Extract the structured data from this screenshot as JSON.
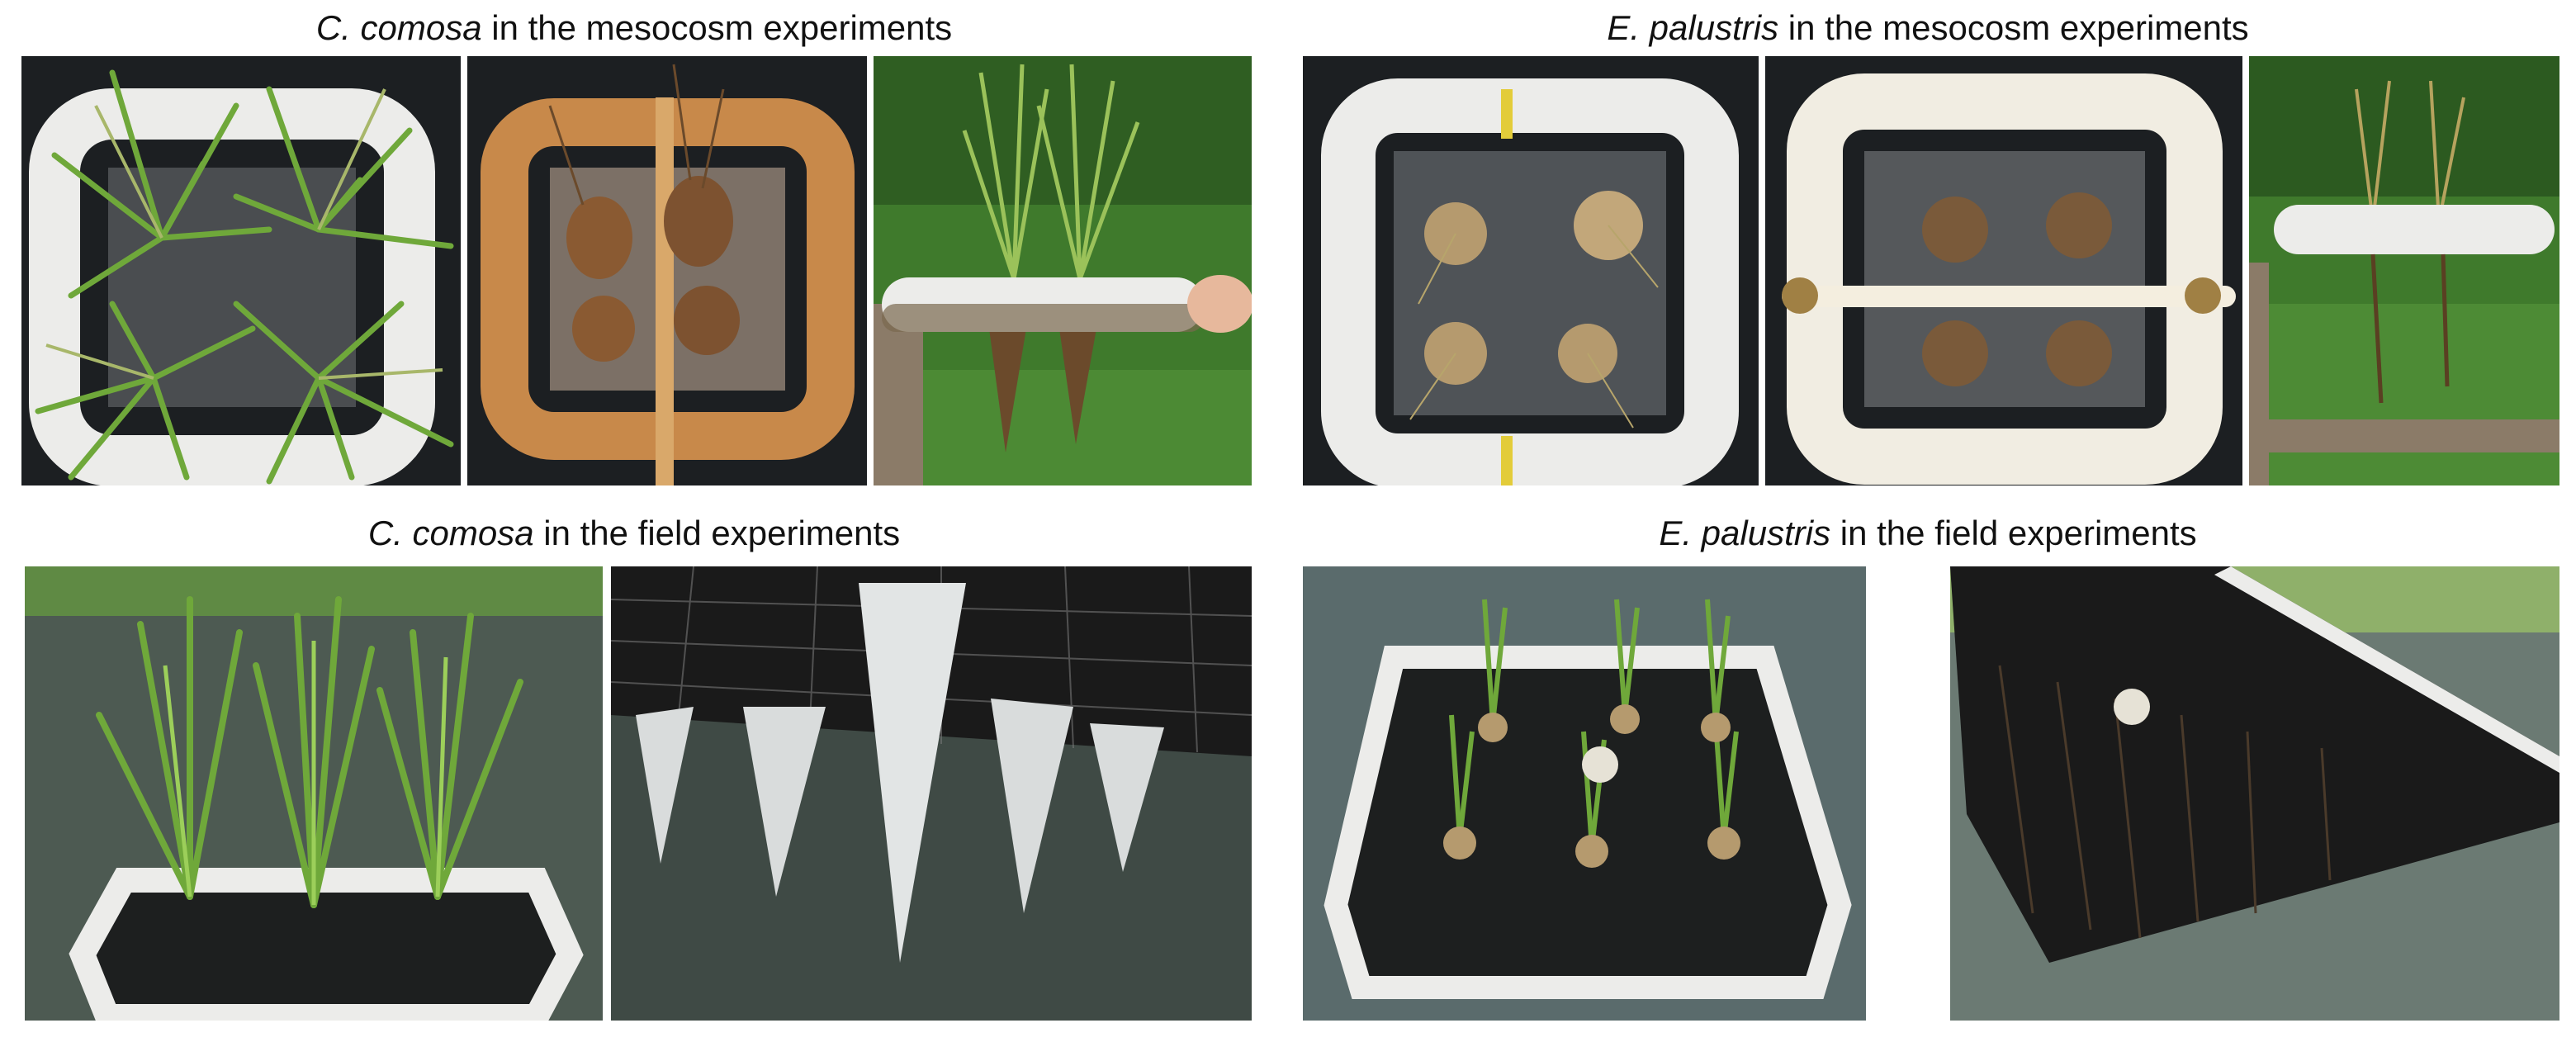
{
  "panels": [
    {
      "species": "C. comosa",
      "suffix": " in the mesocosm experiments"
    },
    {
      "species": "E. palustris",
      "suffix": " in the mesocosm experiments"
    },
    {
      "species": "C. comosa",
      "suffix": " in the field experiments"
    },
    {
      "species": "E. palustris",
      "suffix": " in the field experiments"
    }
  ],
  "colors": {
    "pipe_white": "#ececea",
    "pipe_cork": "#c8894a",
    "water_dark": "#1c1f22",
    "plant_green": "#6fa83a",
    "foliage_green": "#3f7a2c",
    "grid_black": "#1a1a1a",
    "root_brown": "#6b4a2b",
    "root_white": "#d9dcdc",
    "water_murky": "#4d5a52"
  }
}
